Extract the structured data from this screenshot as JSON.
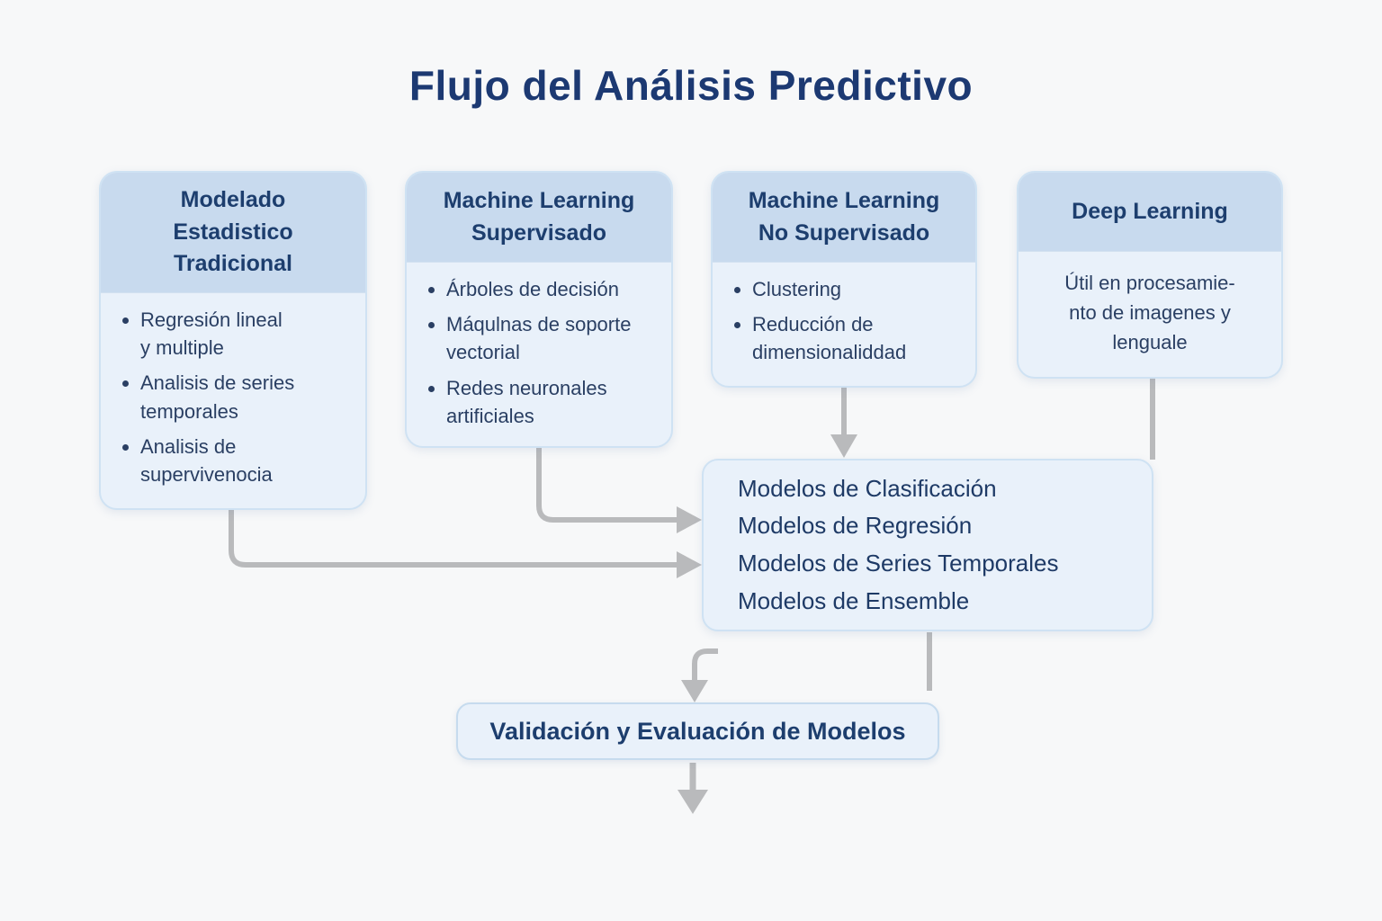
{
  "title": "Flujo del Análisis Predictivo",
  "colors": {
    "background": "#f7f8f9",
    "title_text": "#1c3972",
    "box_header_bg": "#c8daee",
    "box_body_bg": "#e9f1fa",
    "box_border": "#cfe2f3",
    "heading_text": "#1d3e6e",
    "body_text": "#2a3f63",
    "arrow": "#b9babc"
  },
  "boxes": [
    {
      "header": "Modelado\nEstadistico\nTradicional",
      "items": [
        "Regresión lineal\ny multiple",
        "Analisis de series\ntemporales",
        "Analisis de\nsupervivenocia"
      ]
    },
    {
      "header": "Machine Learning\nSupervisado",
      "items": [
        "Árboles de decisión",
        "Máqulnas de soporte\nvectorial",
        "Redes neuronales\nartificiales"
      ]
    },
    {
      "header": "Machine Learning\nNo Supervisado",
      "items": [
        "Clustering",
        "Reducción de\ndimensionaliddad"
      ]
    },
    {
      "header": "Deep Learning",
      "note": "Útil en procesamie-\nnto de imagenes y\nlenguale"
    }
  ],
  "models_box": {
    "lines": [
      "Modelos de Clasificación",
      "Modelos de Regresión",
      "Modelos de Series Temporales",
      "Modelos de Ensemble"
    ]
  },
  "validation_box": {
    "label": "Validación y Evaluación de Modelos"
  }
}
